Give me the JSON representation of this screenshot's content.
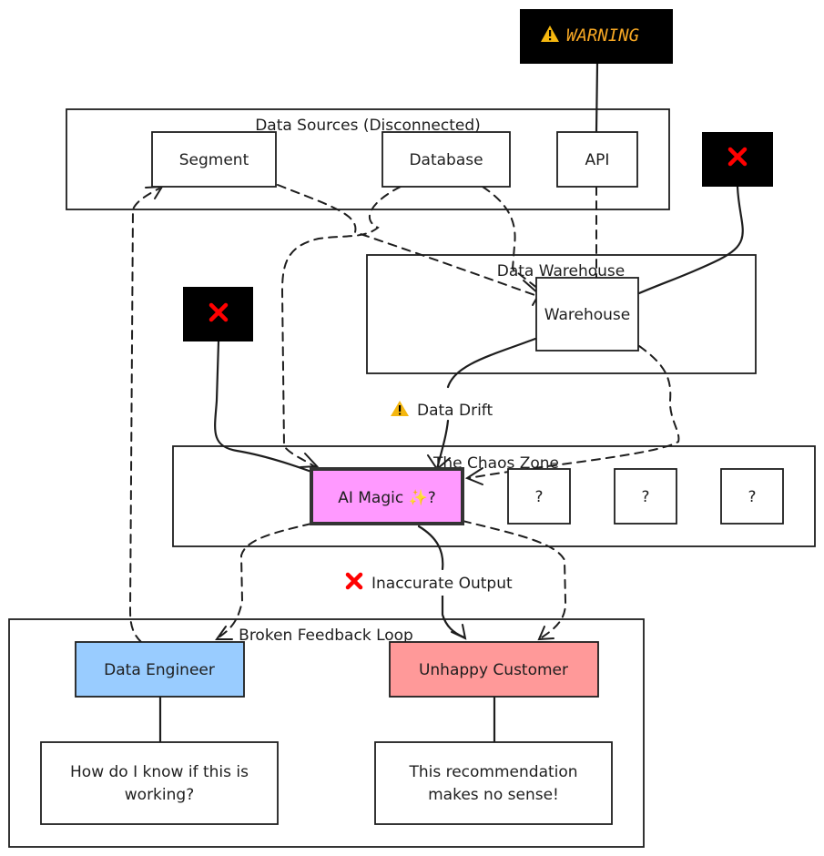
{
  "groups": {
    "data_sources": {
      "label": "Data Sources (Disconnected)"
    },
    "data_warehouse": {
      "label": "Data Warehouse"
    },
    "chaos_zone": {
      "label": "The Chaos Zone"
    },
    "feedback_loop": {
      "label": "Broken Feedback Loop"
    }
  },
  "nodes": {
    "segment": {
      "label": "Segment"
    },
    "database": {
      "label": "Database"
    },
    "api": {
      "label": "API"
    },
    "warehouse": {
      "label": "Warehouse"
    },
    "ai_magic": {
      "label": "AI Magic ✨?",
      "fill": "#ff99ff"
    },
    "unknown_1": {
      "label": "?"
    },
    "unknown_2": {
      "label": "?"
    },
    "unknown_3": {
      "label": "?"
    },
    "data_engineer": {
      "label": "Data Engineer",
      "fill": "#99ccff"
    },
    "unhappy_customer": {
      "label": "Unhappy Customer",
      "fill": "#ff9999"
    },
    "engineer_note": {
      "line1": "How do I know if this is",
      "line2": "working?"
    },
    "customer_note": {
      "line1": "This recommendation",
      "line2": "makes no sense!"
    }
  },
  "callouts": {
    "warning": {
      "icon": "warning-icon",
      "text": "WARNING",
      "color": "#f5a623"
    },
    "error_1": {
      "icon": "x-icon",
      "color": "#ff0000"
    },
    "error_2": {
      "icon": "x-icon",
      "color": "#ff0000"
    }
  },
  "edge_labels": {
    "data_drift": {
      "icon": "warning-icon",
      "text": "Data Drift"
    },
    "inaccurate_output": {
      "icon": "x-icon",
      "text": "Inaccurate Output"
    }
  }
}
